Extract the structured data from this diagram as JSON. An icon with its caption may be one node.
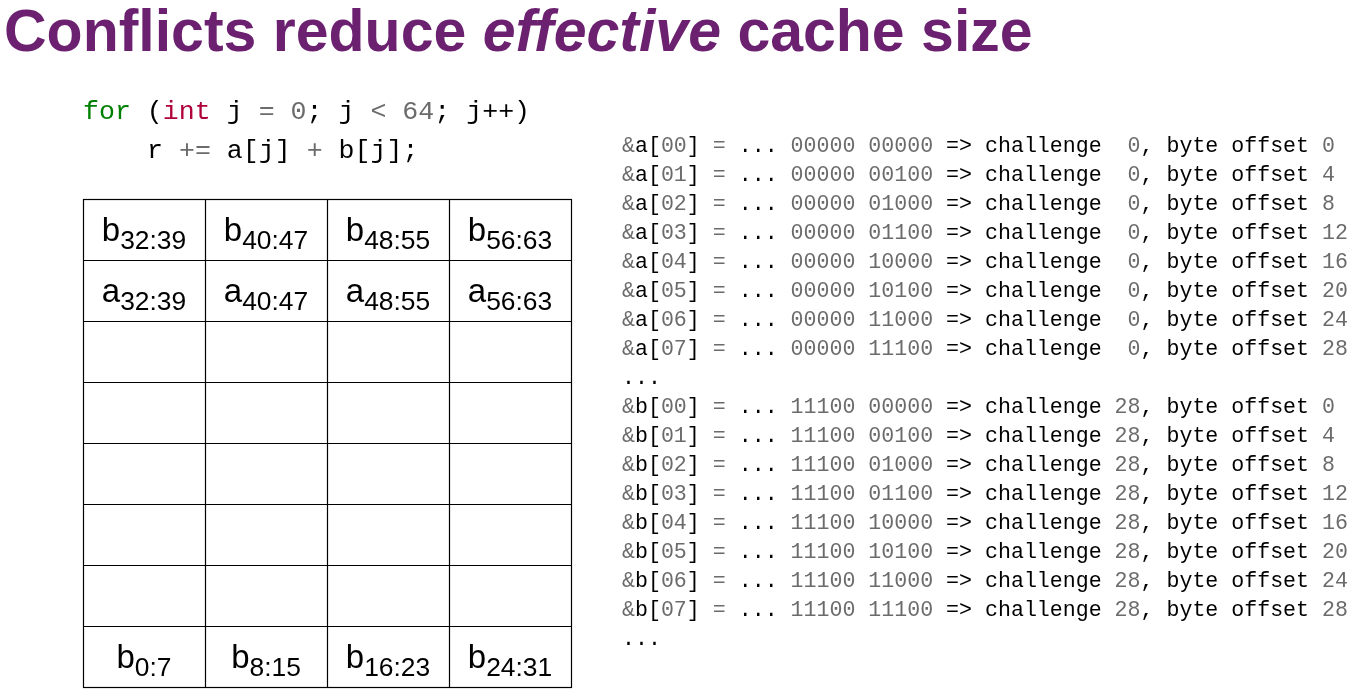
{
  "diagram": {
    "title": "Conflicts reduce *effective* cache size",
    "labels": [
      "for (int j = 0; j < 64; j++)",
      "r += a[j] + b[j];",
      "b$_{32:39}$",
      "b$_{40:47}$",
      "b$_{48:55}$",
      "b$_{56:63}$",
      "a$_{32:39}$",
      "a$_{40:47}$",
      "a$_{48:55}$",
      "a$_{56:63}$",
      "b$_{0:7}$",
      "b$_{8:15}$",
      "b$_{16:23}$",
      "b$_{24:31}$",
      "&a[00] = ... 00000 00000 => challenge  0, byte offset 0",
      "&a[01] = ... 00000 00100 => challenge  0, byte offset 4",
      "&a[02] = ... 00000 01000 => challenge  0, byte offset 8",
      "&a[03] = ... 00000 01100 => challenge  0, byte offset 12",
      "&a[04] = ... 00000 10000 => challenge  0, byte offset 16",
      "&a[05] = ... 00000 10100 => challenge  0, byte offset 20",
      "&a[06] = ... 00000 11000 => challenge  0, byte offset 24",
      "&a[07] = ... 00000 11100 => challenge  0, byte offset 28",
      "...",
      "&b[00] = ... 11100 00000 => challenge 28, byte offset 0",
      "&b[01] = ... 11100 00100 => challenge 28, byte offset 4",
      "&b[02] = ... 11100 01000 => challenge 28, byte offset 8",
      "&b[03] = ... 11100 01100 => challenge 28, byte offset 12",
      "&b[04] = ... 11100 10000 => challenge 28, byte offset 16",
      "&b[05] = ... 11100 10100 => challenge 28, byte offset 20",
      "&b[06] = ... 11100 11000 => challenge 28, byte offset 24",
      "&b[07] = ... 11100 11100 => challenge 28, byte offset 28",
      "..."
    ]
  }
}
